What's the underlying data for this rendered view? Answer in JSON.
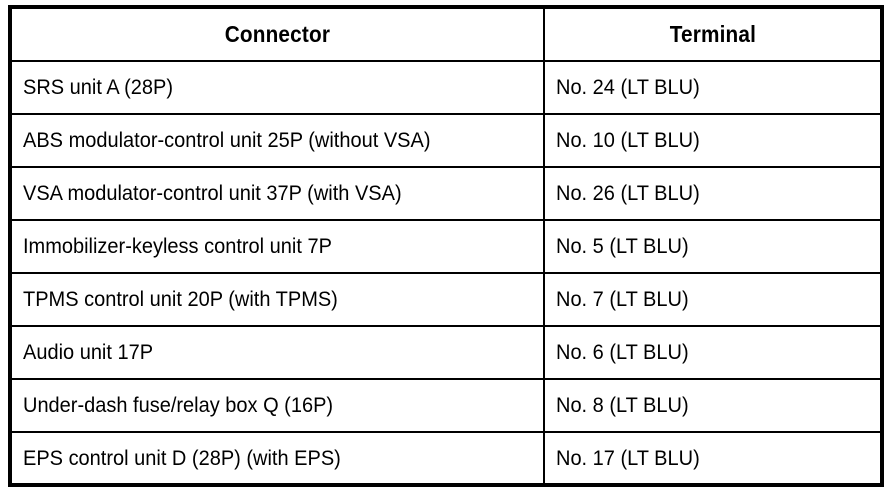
{
  "table": {
    "columns": [
      {
        "key": "connector",
        "label": "Connector",
        "align": "center"
      },
      {
        "key": "terminal",
        "label": "Terminal",
        "align": "center"
      }
    ],
    "rows": [
      {
        "connector": "SRS unit A (28P)",
        "terminal": "No. 24 (LT BLU)"
      },
      {
        "connector": "ABS modulator-control unit 25P (without VSA)",
        "terminal": "No. 10 (LT BLU)"
      },
      {
        "connector": "VSA modulator-control unit 37P (with VSA)",
        "terminal": "No. 26 (LT BLU)"
      },
      {
        "connector": "Immobilizer-keyless control unit 7P",
        "terminal": "No. 5 (LT BLU)"
      },
      {
        "connector": "TPMS control unit 20P (with TPMS)",
        "terminal": "No. 7 (LT BLU)"
      },
      {
        "connector": "Audio unit 17P",
        "terminal": "No. 6 (LT BLU)"
      },
      {
        "connector": "Under-dash fuse/relay box Q (16P)",
        "terminal": "No. 8 (LT BLU)"
      },
      {
        "connector": "EPS control unit D (28P) (with EPS)",
        "terminal": "No. 17 (LT BLU)"
      }
    ]
  },
  "style": {
    "background_color": "#FFFFFF",
    "text_color": "#000000",
    "border_color": "#000000"
  }
}
